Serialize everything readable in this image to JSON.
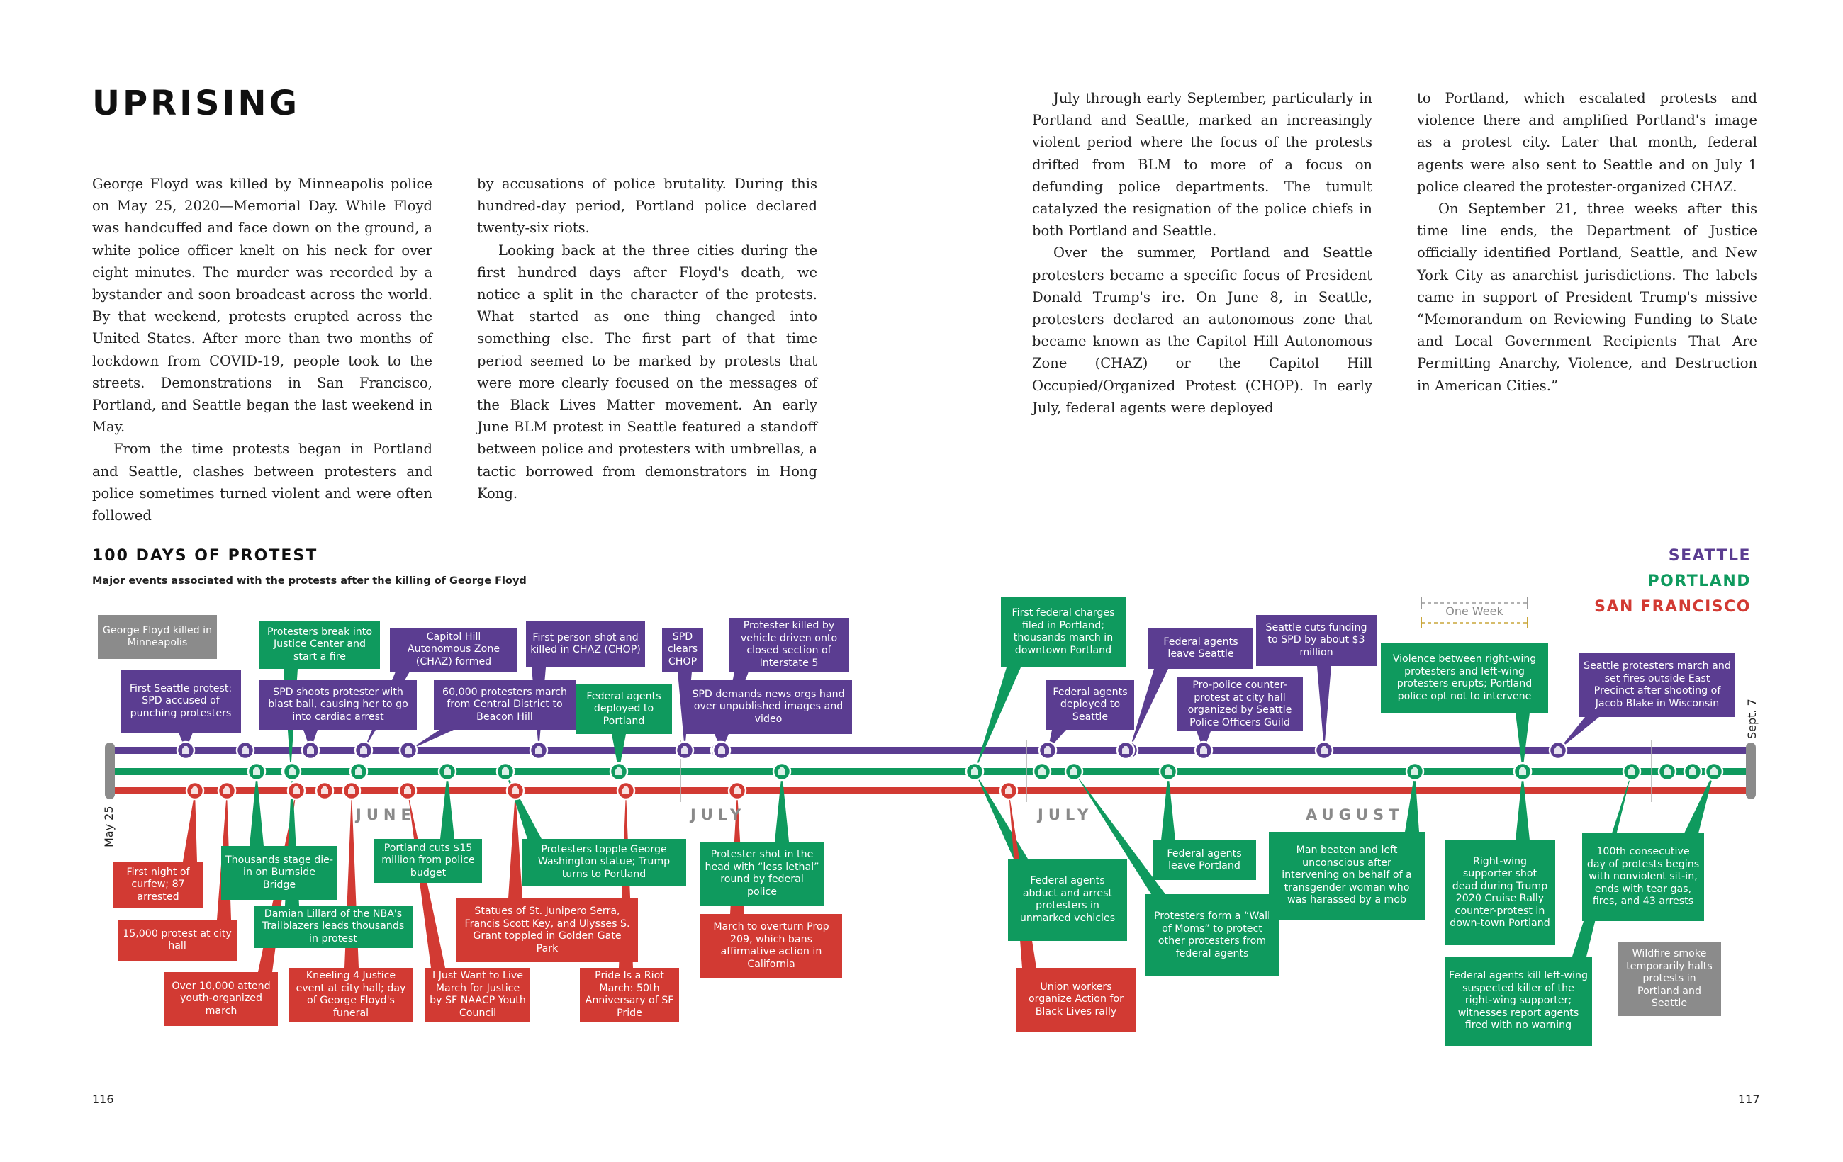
{
  "page": {
    "title": "UPRISING",
    "page_left": "116",
    "page_right": "117"
  },
  "text": {
    "col1": [
      "George Floyd was killed by Minneapolis police on May 25, 2020—Memorial Day. While Floyd was handcuffed and face down on the ground, a white police officer knelt on his neck for over eight minutes. The murder was recorded by a bystander and soon broadcast across the world. By that weekend, protests erupted across the United States. After more than two months of lockdown from COVID-19, people took to the streets. Demonstrations in San Francisco, Portland, and Seattle began the last weekend in May.",
      "From the time protests began in Portland and Seattle, clashes between protesters and police sometimes turned violent and were often followed"
    ],
    "col2": [
      "by accusations of police brutality. During this hundred-day period, Portland police declared twenty-six riots.",
      "Looking back at the three cities during the first hundred days after Floyd's death, we notice a split in the character of the protests. What started as one thing changed into something else. The first part of that time period seemed to be marked by protests that were more clearly focused on the messages of the Black Lives Matter movement. An early June BLM protest in Seattle featured a standoff between police and protesters with umbrellas, a tactic borrowed from demonstrators in Hong Kong."
    ],
    "col3": [
      "July through early September, particularly in Portland and Seattle, marked an increasingly violent period where the focus of the protests drifted from BLM to more of a focus on defunding police departments. The tumult catalyzed the resignation of the police chiefs in both Portland and Seattle.",
      "Over the summer, Portland and Seattle protesters became a specific focus of President Donald Trump's ire. On June 8, in Seattle, protesters declared an autonomous zone that became known as the Capitol Hill Autonomous Zone (CHAZ) or the Capitol Hill Occupied/Organized Protest (CHOP). In early July, federal agents were deployed"
    ],
    "col4": [
      "to Portland, which escalated protests and violence there and amplified Portland's image as a protest city. Later that month, federal agents were also sent to Seattle and on July 1 police cleared the protester-organized CHAZ.",
      "On September 21, three weeks after this time line ends, the Department of Justice officially identified Portland, Seattle, and New York City as anarchist jurisdictions. The labels came in support of President Trump's missive “Memorandum on Reviewing Funding to State and Local Government Recipients That Are Permitting Anarchy, Violence, and Destruction in American Cities.”"
    ]
  },
  "timeline": {
    "heading": "100 DAYS OF PROTEST",
    "subheading": "Major events associated with the protests after the killing of George Floyd",
    "legend": [
      {
        "label": "SEATTLE",
        "color": "#5b3d91"
      },
      {
        "label": "PORTLAND",
        "color": "#0f9a5e"
      },
      {
        "label": "SAN FRANCISCO",
        "color": "#d23a33"
      }
    ],
    "colors": {
      "seattle": "#5b3d91",
      "portland": "#0f9a5e",
      "sf": "#d23a33",
      "gray": "#8b8b8b"
    },
    "start_label": "May 25",
    "end_label": "Sept. 7",
    "one_week_label": "One Week",
    "months": [
      "JUNE",
      "JULY",
      "JULY",
      "AUGUST"
    ],
    "marker_icon": "protest-fist-icon",
    "events": [
      {
        "city": "gray",
        "text": "George Floyd killed in Minneapolis"
      },
      {
        "city": "seattle",
        "text": "First Seattle protest: SPD accused of punching protesters"
      },
      {
        "city": "portland",
        "text": "Protesters break into Justice Center and start a fire"
      },
      {
        "city": "seattle",
        "text": "SPD shoots protester with blast ball, causing her to go into cardiac arrest"
      },
      {
        "city": "seattle",
        "text": "Capitol Hill Autonomous Zone (CHAZ) formed"
      },
      {
        "city": "seattle",
        "text": "60,000 protesters march from Central District to Beacon Hill"
      },
      {
        "city": "seattle",
        "text": "First person shot and killed in CHAZ (CHOP)"
      },
      {
        "city": "portland",
        "text": "Federal agents deployed to Portland"
      },
      {
        "city": "seattle",
        "text": "SPD clears CHOP"
      },
      {
        "city": "seattle",
        "text": "Protester killed by vehicle driven onto closed section of Interstate 5"
      },
      {
        "city": "seattle",
        "text": "SPD demands news orgs hand over unpublished images and video"
      },
      {
        "city": "portland",
        "text": "First federal charges filed in Portland; thousands march in downtown Portland"
      },
      {
        "city": "seattle",
        "text": "Federal agents deployed to Seattle"
      },
      {
        "city": "seattle",
        "text": "Federal agents leave Seattle"
      },
      {
        "city": "seattle",
        "text": "Pro-police counter-protest at city hall organized by Seattle Police Officers Guild"
      },
      {
        "city": "seattle",
        "text": "Seattle cuts funding to SPD by about $3 million"
      },
      {
        "city": "portland",
        "text": "Violence between right-wing protesters and left-wing protesters erupts; Portland police opt not to intervene"
      },
      {
        "city": "seattle",
        "text": "Seattle protesters march and set fires outside East Precinct after shooting of Jacob Blake in Wisconsin"
      },
      {
        "city": "sf",
        "text": "First night of curfew; 87 arrested"
      },
      {
        "city": "sf",
        "text": "15,000 protest at city hall"
      },
      {
        "city": "sf",
        "text": "Over 10,000 attend youth-organized march"
      },
      {
        "city": "portland",
        "text": "Thousands stage die-in on Burnside Bridge"
      },
      {
        "city": "portland",
        "text": "Damian Lillard of the NBA's Trailblazers leads thousands in protest"
      },
      {
        "city": "sf",
        "text": "Kneeling 4 Justice event at city hall; day of George Floyd's funeral"
      },
      {
        "city": "portland",
        "text": "Portland cuts $15 million from police budget"
      },
      {
        "city": "sf",
        "text": "I Just Want to Live March for Justice by SF NAACP Youth Council"
      },
      {
        "city": "sf",
        "text": "Statues of St. Junipero Serra, Francis Scott Key, and Ulysses S. Grant toppled in Golden Gate Park"
      },
      {
        "city": "portland",
        "text": "Protesters topple George Washington statue; Trump turns to Portland"
      },
      {
        "city": "sf",
        "text": "Pride Is a Riot March: 50th Anniversary of SF Pride"
      },
      {
        "city": "portland",
        "text": "Protester shot in the head with “less lethal” round by federal police"
      },
      {
        "city": "sf",
        "text": "March to overturn Prop 209, which bans affirmative action in California"
      },
      {
        "city": "portland",
        "text": "Federal agents abduct and arrest protesters in unmarked vehicles"
      },
      {
        "city": "sf",
        "text": "Union workers organize Action for Black Lives rally"
      },
      {
        "city": "portland",
        "text": "Federal agents leave Portland"
      },
      {
        "city": "portland",
        "text": "Protesters form a “Wall of Moms” to protect other protesters from federal agents"
      },
      {
        "city": "portland",
        "text": "Man beaten and left unconscious after intervening on behalf of a transgender woman who was harassed by a mob"
      },
      {
        "city": "portland",
        "text": "Right-wing supporter shot dead during Trump 2020 Cruise Rally counter-protest in down-town Portland"
      },
      {
        "city": "portland",
        "text": "Federal agents kill left-wing suspected killer of the right-wing supporter; witnesses report agents fired with no warning"
      },
      {
        "city": "portland",
        "text": "100th consecutive day of protests begins with nonviolent sit-in, ends with tear gas, fires, and 43 arrests"
      },
      {
        "city": "gray",
        "text": "Wildfire smoke temporarily halts protests in Portland and Seattle"
      }
    ]
  }
}
